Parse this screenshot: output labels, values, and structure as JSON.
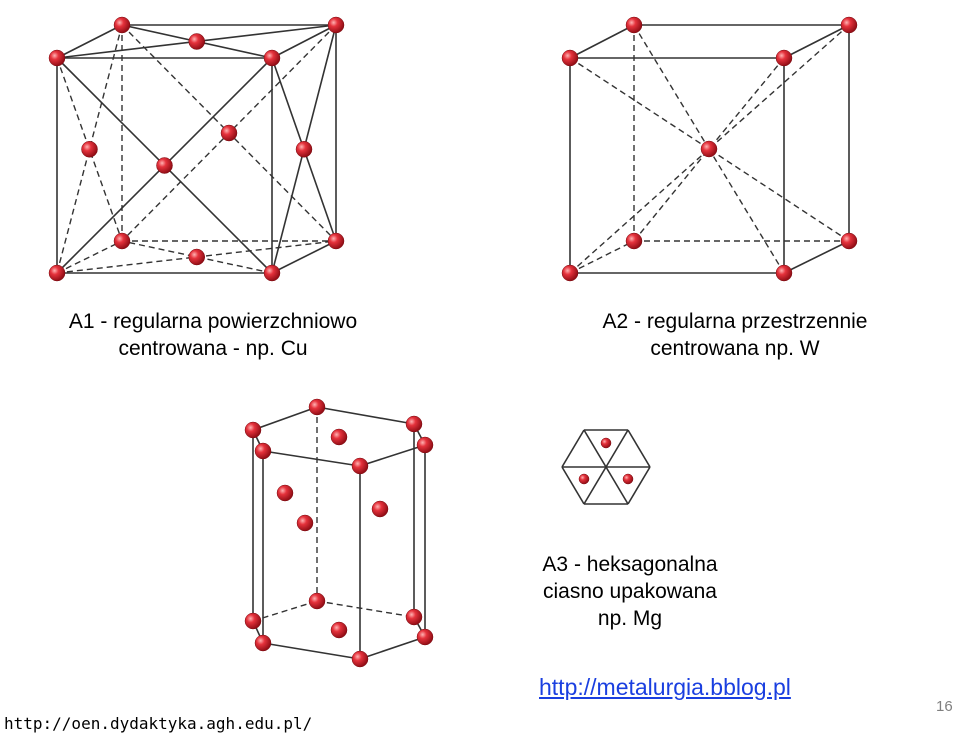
{
  "captions": {
    "a1": [
      "A1 - regularna powierzchniowo",
      "centrowana - np. Cu"
    ],
    "a2": [
      "A2 - regularna przestrzennie",
      "centrowana np. W"
    ],
    "a3": [
      "A3 - heksagonalna",
      "ciasno upakowana",
      "np. Mg"
    ]
  },
  "links": {
    "metalurgia": "http://metalurgia.bblog.pl"
  },
  "source_text": "http://oen.dydaktyka.agh.edu.pl/",
  "page_number": "16",
  "colors": {
    "atom": "#d21e28",
    "edge": "#333333",
    "link": "#1a3fe0"
  }
}
